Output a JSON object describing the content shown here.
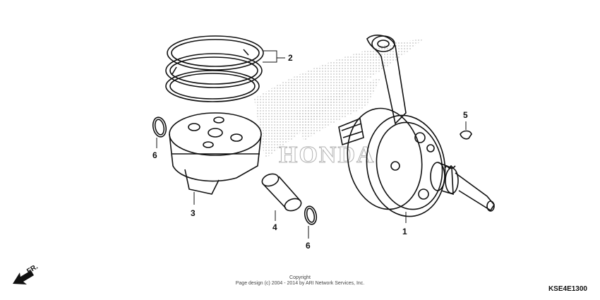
{
  "parts": [
    {
      "callout": "1"
    },
    {
      "callout": "2"
    },
    {
      "callout": "3"
    },
    {
      "callout": "4"
    },
    {
      "callout": "5"
    },
    {
      "callout": "6"
    },
    {
      "callout": "6"
    }
  ],
  "copyright": {
    "line1": "Copyright",
    "line2": "Page design (c) 2004 - 2014 by ARI Network Services, Inc."
  },
  "diagram_code": "KSE4E1300",
  "direction_indicator": "FR.",
  "watermark": "HONDA"
}
